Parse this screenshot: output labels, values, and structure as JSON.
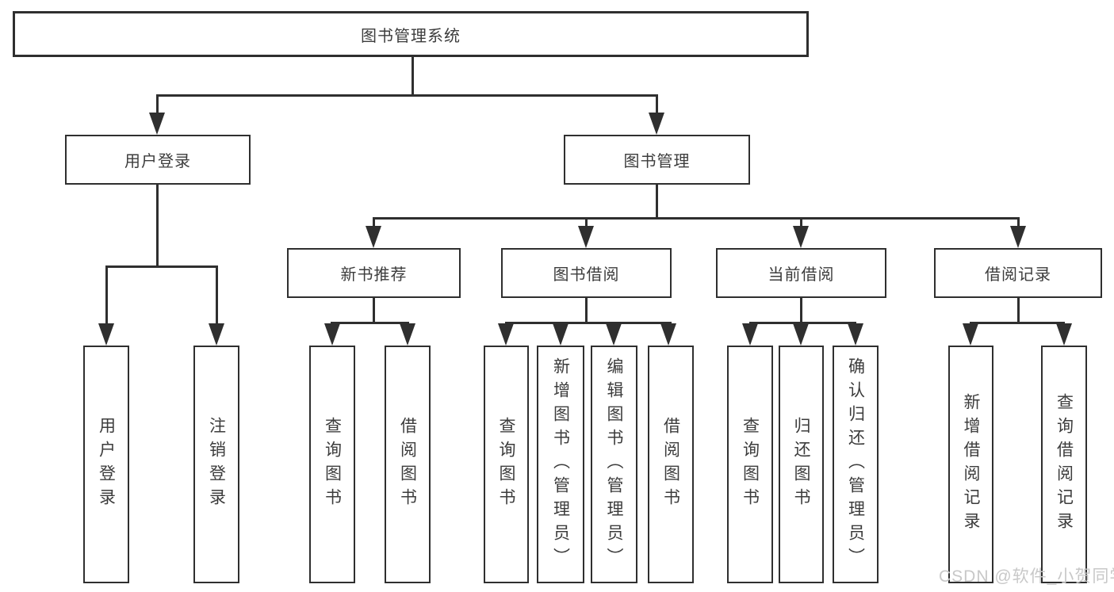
{
  "diagram": {
    "root": {
      "label": "图书管理系统"
    },
    "groups": [
      {
        "label": "用户登录",
        "leaves": [
          {
            "label": "用户登录"
          },
          {
            "label": "注销登录"
          }
        ]
      },
      {
        "label": "图书管理",
        "sections": [
          {
            "label": "新书推荐",
            "leaves": [
              {
                "label": "查询图书"
              },
              {
                "label": "借阅图书"
              }
            ]
          },
          {
            "label": "图书借阅",
            "leaves": [
              {
                "label": "查询图书"
              },
              {
                "label": "新增图书（管理员）"
              },
              {
                "label": "编辑图书（管理员）"
              },
              {
                "label": "借阅图书"
              }
            ]
          },
          {
            "label": "当前借阅",
            "leaves": [
              {
                "label": "查询图书"
              },
              {
                "label": "归还图书"
              },
              {
                "label": "确认归还（管理员）"
              }
            ]
          },
          {
            "label": "借阅记录",
            "leaves": [
              {
                "label": "新增借阅记录"
              },
              {
                "label": "查询借阅记录"
              }
            ]
          }
        ]
      }
    ]
  },
  "watermark": {
    "text": "CSDN @软件_小贺同学"
  },
  "colors": {
    "line": "#2f2f2f",
    "text": "#3c3c3c",
    "watermark": "#c8c8c8",
    "background": "#ffffff"
  }
}
